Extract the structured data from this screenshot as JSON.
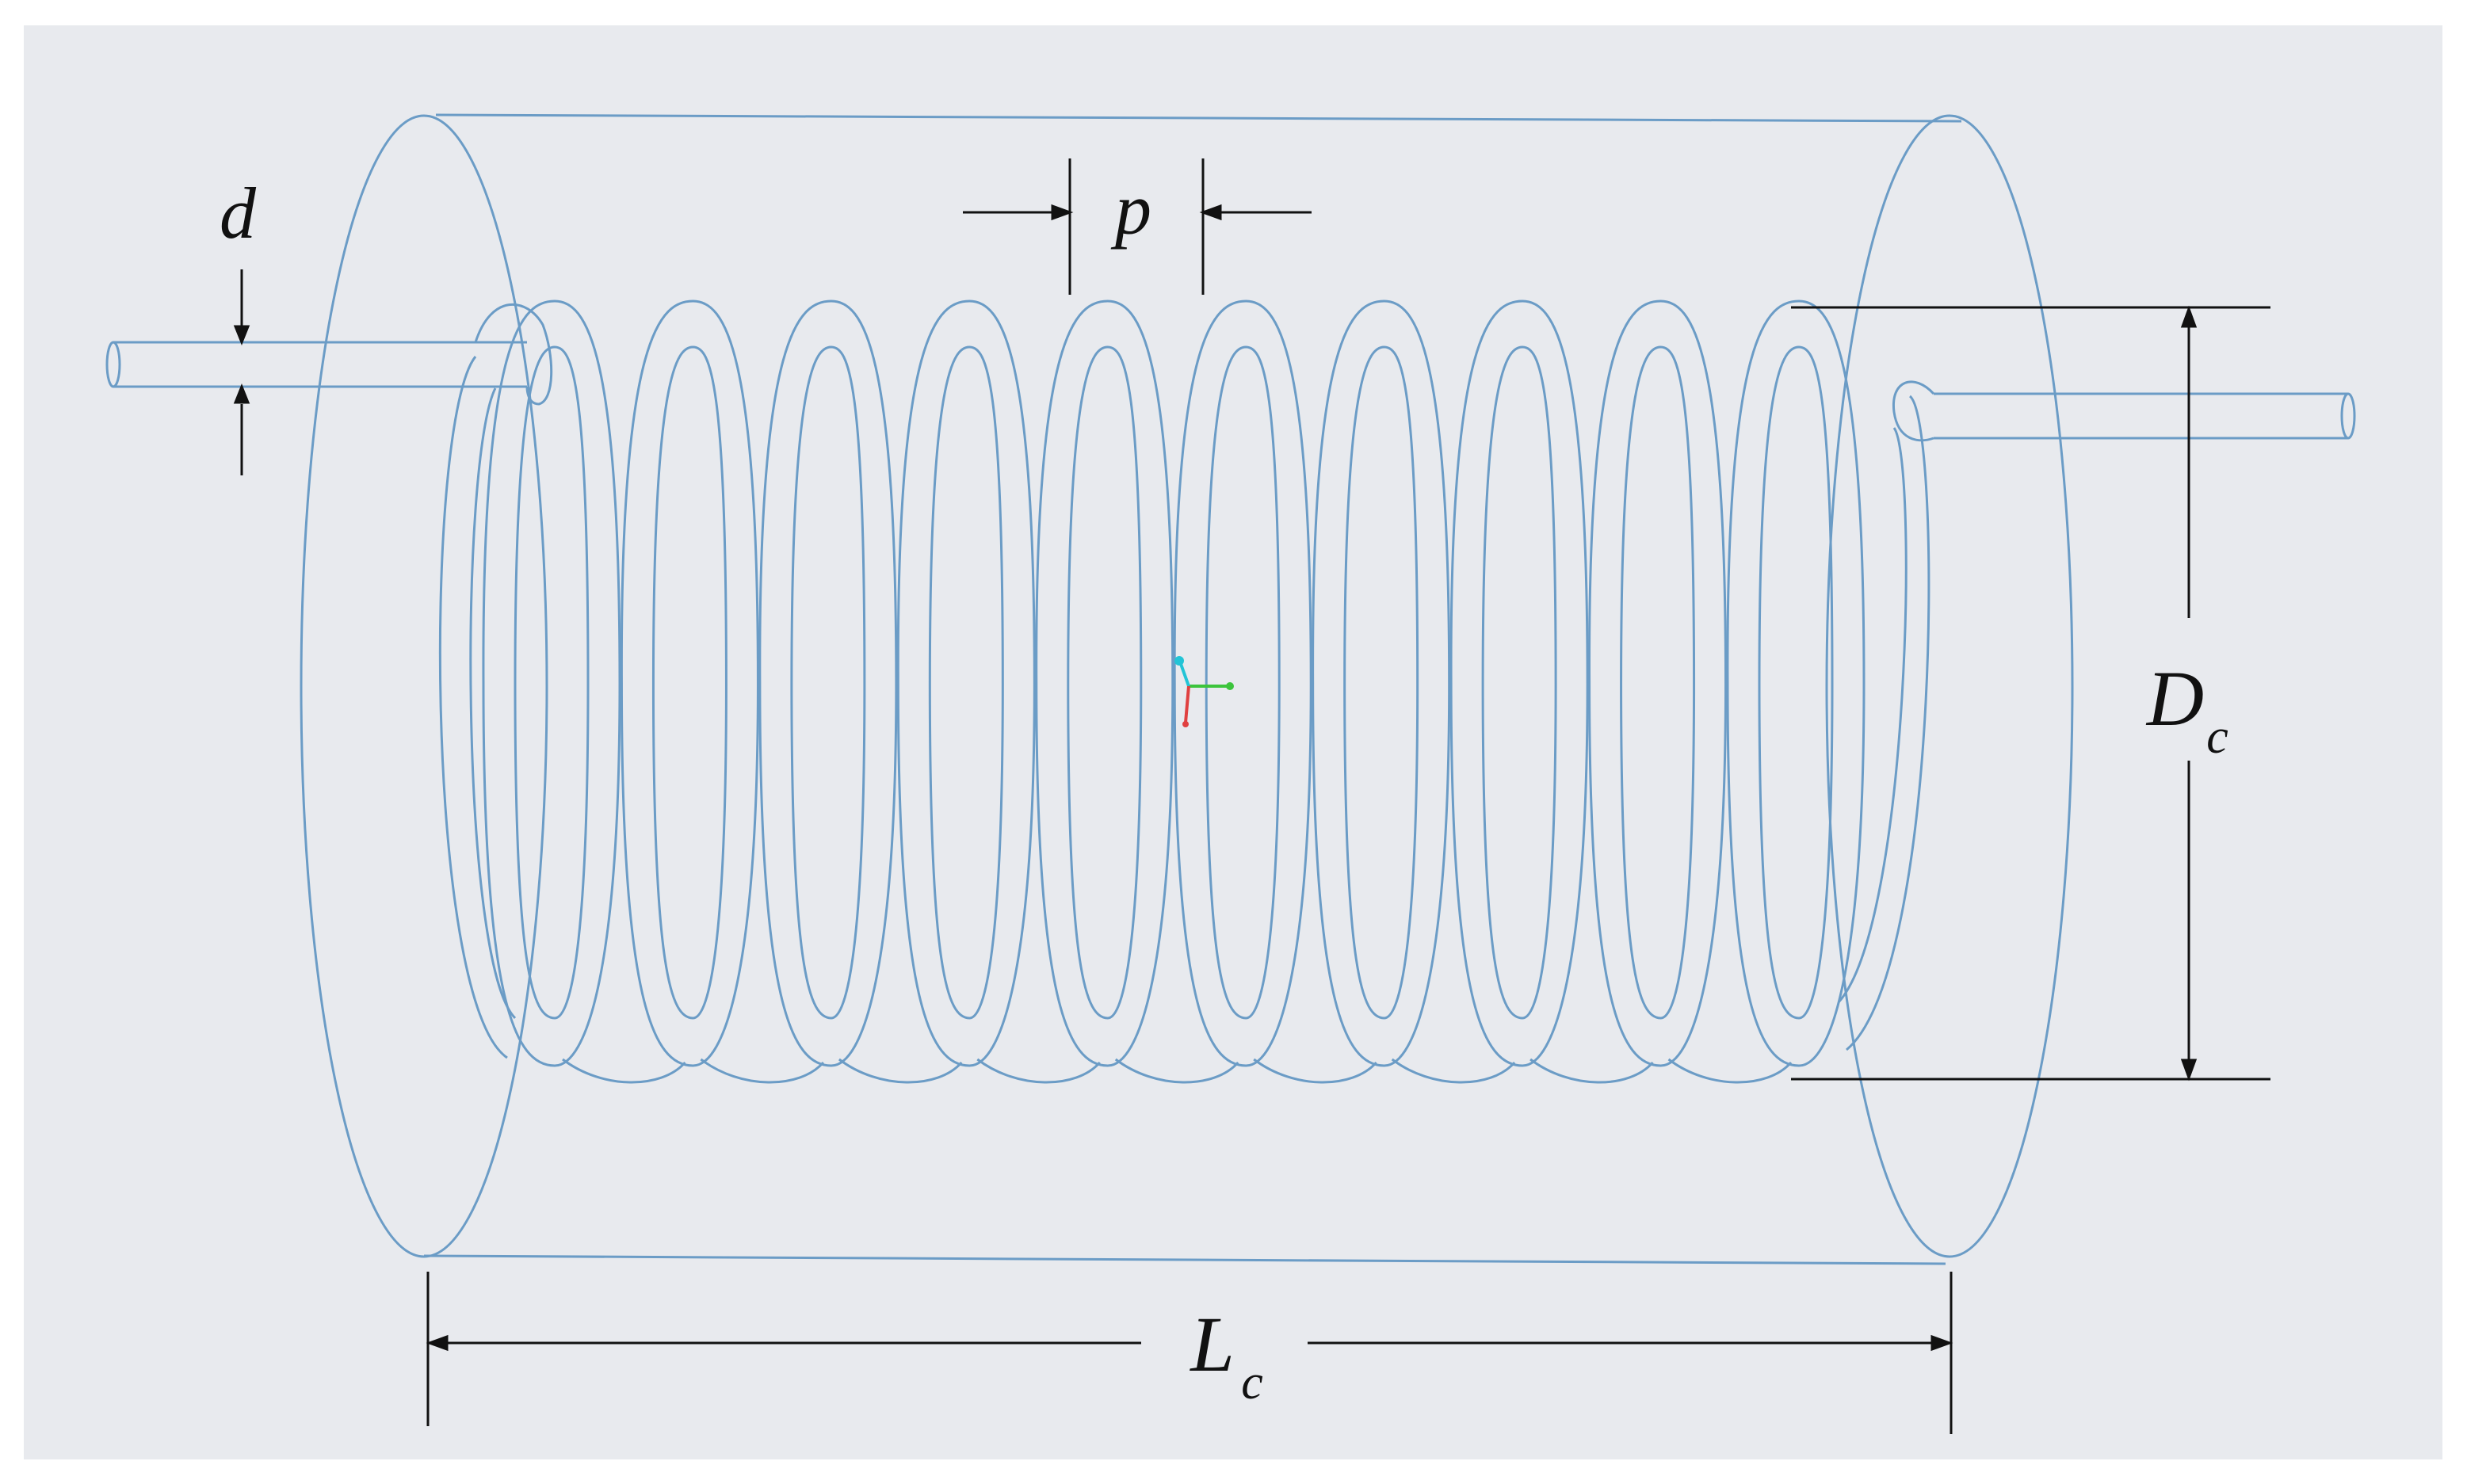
{
  "colors": {
    "background_panel": "#e8eaee",
    "outline": "#6b9cc6",
    "dimension": "#111111",
    "triad_x": "#3cc43c",
    "triad_y": "#23c4d6",
    "triad_z": "#e04040"
  },
  "labels": {
    "wire_diameter": "d",
    "pitch": "p",
    "coil_diameter_main": "D",
    "coil_diameter_sub": "c",
    "coil_length_main": "L",
    "coil_length_sub": "c"
  },
  "coil": {
    "turns": 10
  },
  "icons": {
    "triad": "coordinate-triad-icon"
  }
}
